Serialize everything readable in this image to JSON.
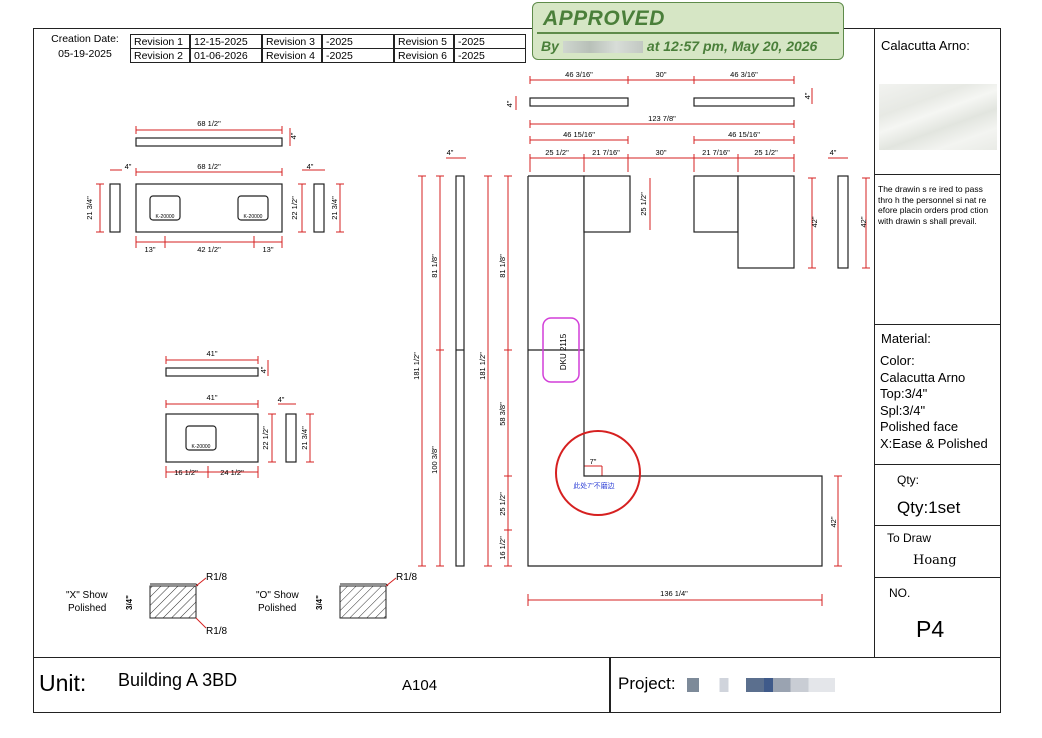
{
  "header": {
    "creation_label": "Creation Date:",
    "creation_date": "05-19-2025",
    "revisions": [
      {
        "label": "Revision 1",
        "date": "12-15-2025"
      },
      {
        "label": "Revision 2",
        "date": "01-06-2026"
      },
      {
        "label": "Revision 3",
        "date": "-2025"
      },
      {
        "label": "Revision 4",
        "date": "-2025"
      },
      {
        "label": "Revision 5",
        "date": "-2025"
      },
      {
        "label": "Revision 6",
        "date": "-2025"
      }
    ]
  },
  "stamp": {
    "title": "APPROVED",
    "by_prefix": "By",
    "by_suffix": "at 12:57 pm, May 20, 2026"
  },
  "side": {
    "stone_name": "Calacutta Arno:",
    "note": "The drawin  s re    ired to pass thro    h the personnel si  nat  re   efore placin orders prod  ction with drawin  s shall prevail.",
    "material_label": "Material:",
    "color_label": "Color:",
    "color_value": "Calacutta Arno",
    "top": "Top:3/4\"",
    "spl": "Spl:3/4\"",
    "finish1": "Polished face",
    "finish2": "X:Ease & Polished",
    "qty_label": "Qty:",
    "qty_value": "Qty:1set",
    "draw_label": "To Draw",
    "draw_value": "Hoang",
    "no_label": "NO.",
    "no_value": "P4"
  },
  "footer": {
    "unit_label": "Unit:",
    "unit_value": "Building  A 3BD",
    "unit_code": "A104",
    "project_label": "Project:"
  },
  "drawing": {
    "vanity1": {
      "splash_len": "68 1/2\"",
      "top_len": "68 1/2\"",
      "left_end": "4\"",
      "right_end": "4\"",
      "depth_left": "21 3/4\"",
      "depth_right": "22 1/2\"",
      "depth_end": "21 3/4\"",
      "sink_model": "K-20000",
      "offset_left": "13\"",
      "center": "42 1/2\"",
      "offset_right": "13\"",
      "splash_h": "4\""
    },
    "vanity2": {
      "splash_len": "41\"",
      "top_len": "41\"",
      "end": "4\"",
      "depth": "22 1/2\"",
      "depth_end": "21 3/4\"",
      "sink_model": "K-20000",
      "off_left": "16 1/2\"",
      "off_right": "24 1/2\"",
      "splash_h": "4\""
    },
    "kitchen": {
      "top_splash_left": "46 3/16\"",
      "top_gap": "30\"",
      "top_splash_right": "46 3/16\"",
      "splash_h1": "4\"",
      "splash_h2": "4\"",
      "overall": "123 7/8\"",
      "left_run": "46 15/16\"",
      "right_run": "46 15/16\"",
      "d1": "25 1/2\"",
      "d2": "21 7/16\"",
      "d3": "30\"",
      "d4": "21 7/16\"",
      "d5": "25 1/2\"",
      "end_splash": "4\"",
      "left_splash_w": "4\"",
      "dep_25": "25 1/2\"",
      "h42a": "42\"",
      "h42b": "42\"",
      "long_splash": "181 1/2\"",
      "long_top": "181 1/2\"",
      "s81": "81 1/8\"",
      "s100": "100 3/8\"",
      "t81": "81 1/8\"",
      "t58": "58 3/8\"",
      "t25": "25 1/2\"",
      "t16": "16 1/2\"",
      "cutout_label": "DKU 2115",
      "seven": "7\"",
      "note_cn": "此处7\"不磨边",
      "bottom_len": "136 1/4\"",
      "bottom_h": "42\""
    },
    "legend": {
      "x_label": "\"X\" Show\nPolished",
      "o_label": "\"O\" Show\nPolished",
      "r1": "R1/8",
      "r2": "R1/8",
      "r3": "R1/8",
      "thick1": "3/4\"",
      "thick2": "3/4\""
    }
  }
}
